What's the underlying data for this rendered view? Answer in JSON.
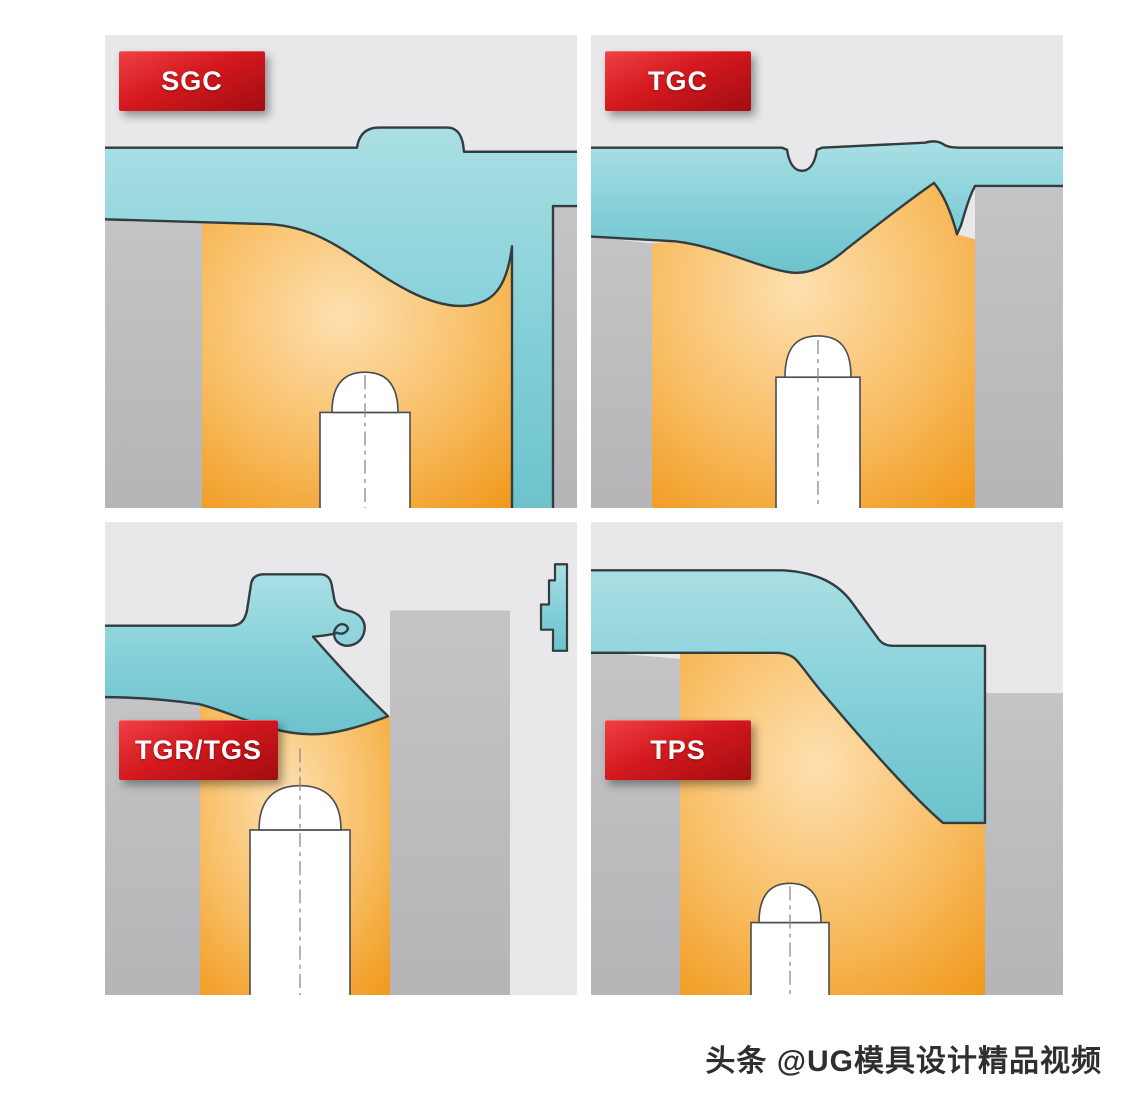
{
  "panels": [
    {
      "id": "sgc",
      "label": "SGC"
    },
    {
      "id": "tgc",
      "label": "TGC"
    },
    {
      "id": "tgr_tgs",
      "label": "TGR/TGS"
    },
    {
      "id": "tps",
      "label": "TPS"
    }
  ],
  "watermark": {
    "text": "头条 @UG模具设计精品视频"
  },
  "colors": {
    "label_red": "#c8121a",
    "teal": "#7ccdd6",
    "orange": "#f5a733",
    "plate_gray": "#bdbdbf",
    "panel_bg": "#e8e8ea",
    "outline": "#333c3e",
    "page_bg": "#ffffff"
  }
}
